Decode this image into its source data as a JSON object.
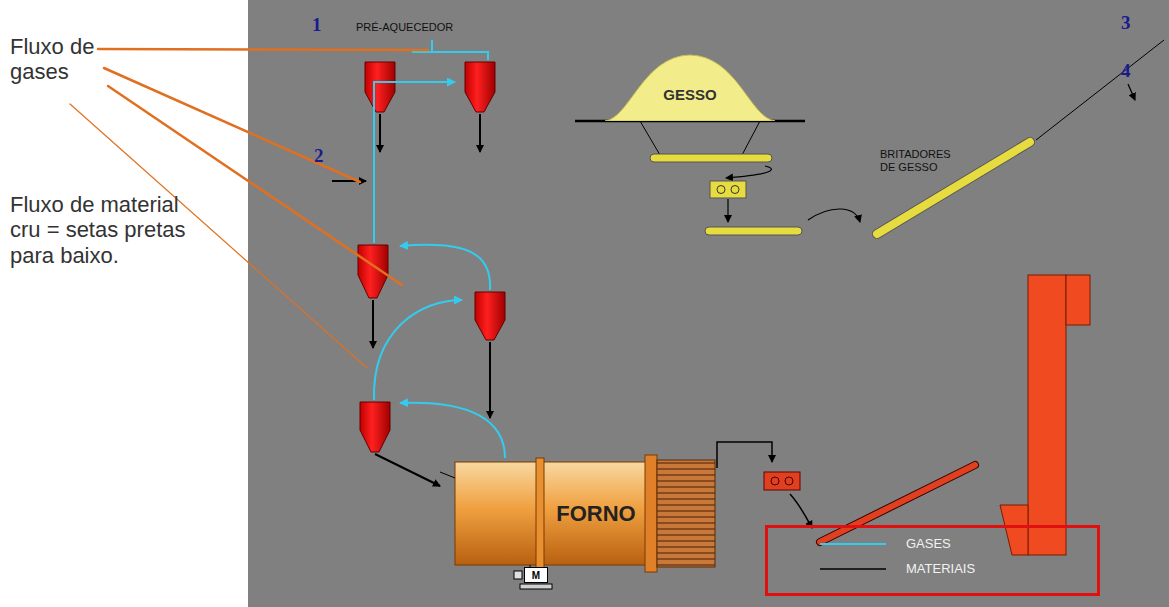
{
  "diagram": {
    "nodes": [
      {
        "text": [
          "GESSO"
        ]
      },
      {
        "text": [
          "FORNO"
        ]
      },
      {
        "text": [
          "M"
        ]
      }
    ],
    "labels": [
      "Fluxo de gases",
      "Fluxo de material cru = setas pretas para baixo.",
      "1",
      "PRÉ-AQUECEDOR",
      "2",
      "3",
      "BRITADORES DE GESSO",
      "4"
    ],
    "legend": [
      {
        "text": "GASES"
      },
      {
        "text": "MATERIAIS"
      }
    ]
  }
}
